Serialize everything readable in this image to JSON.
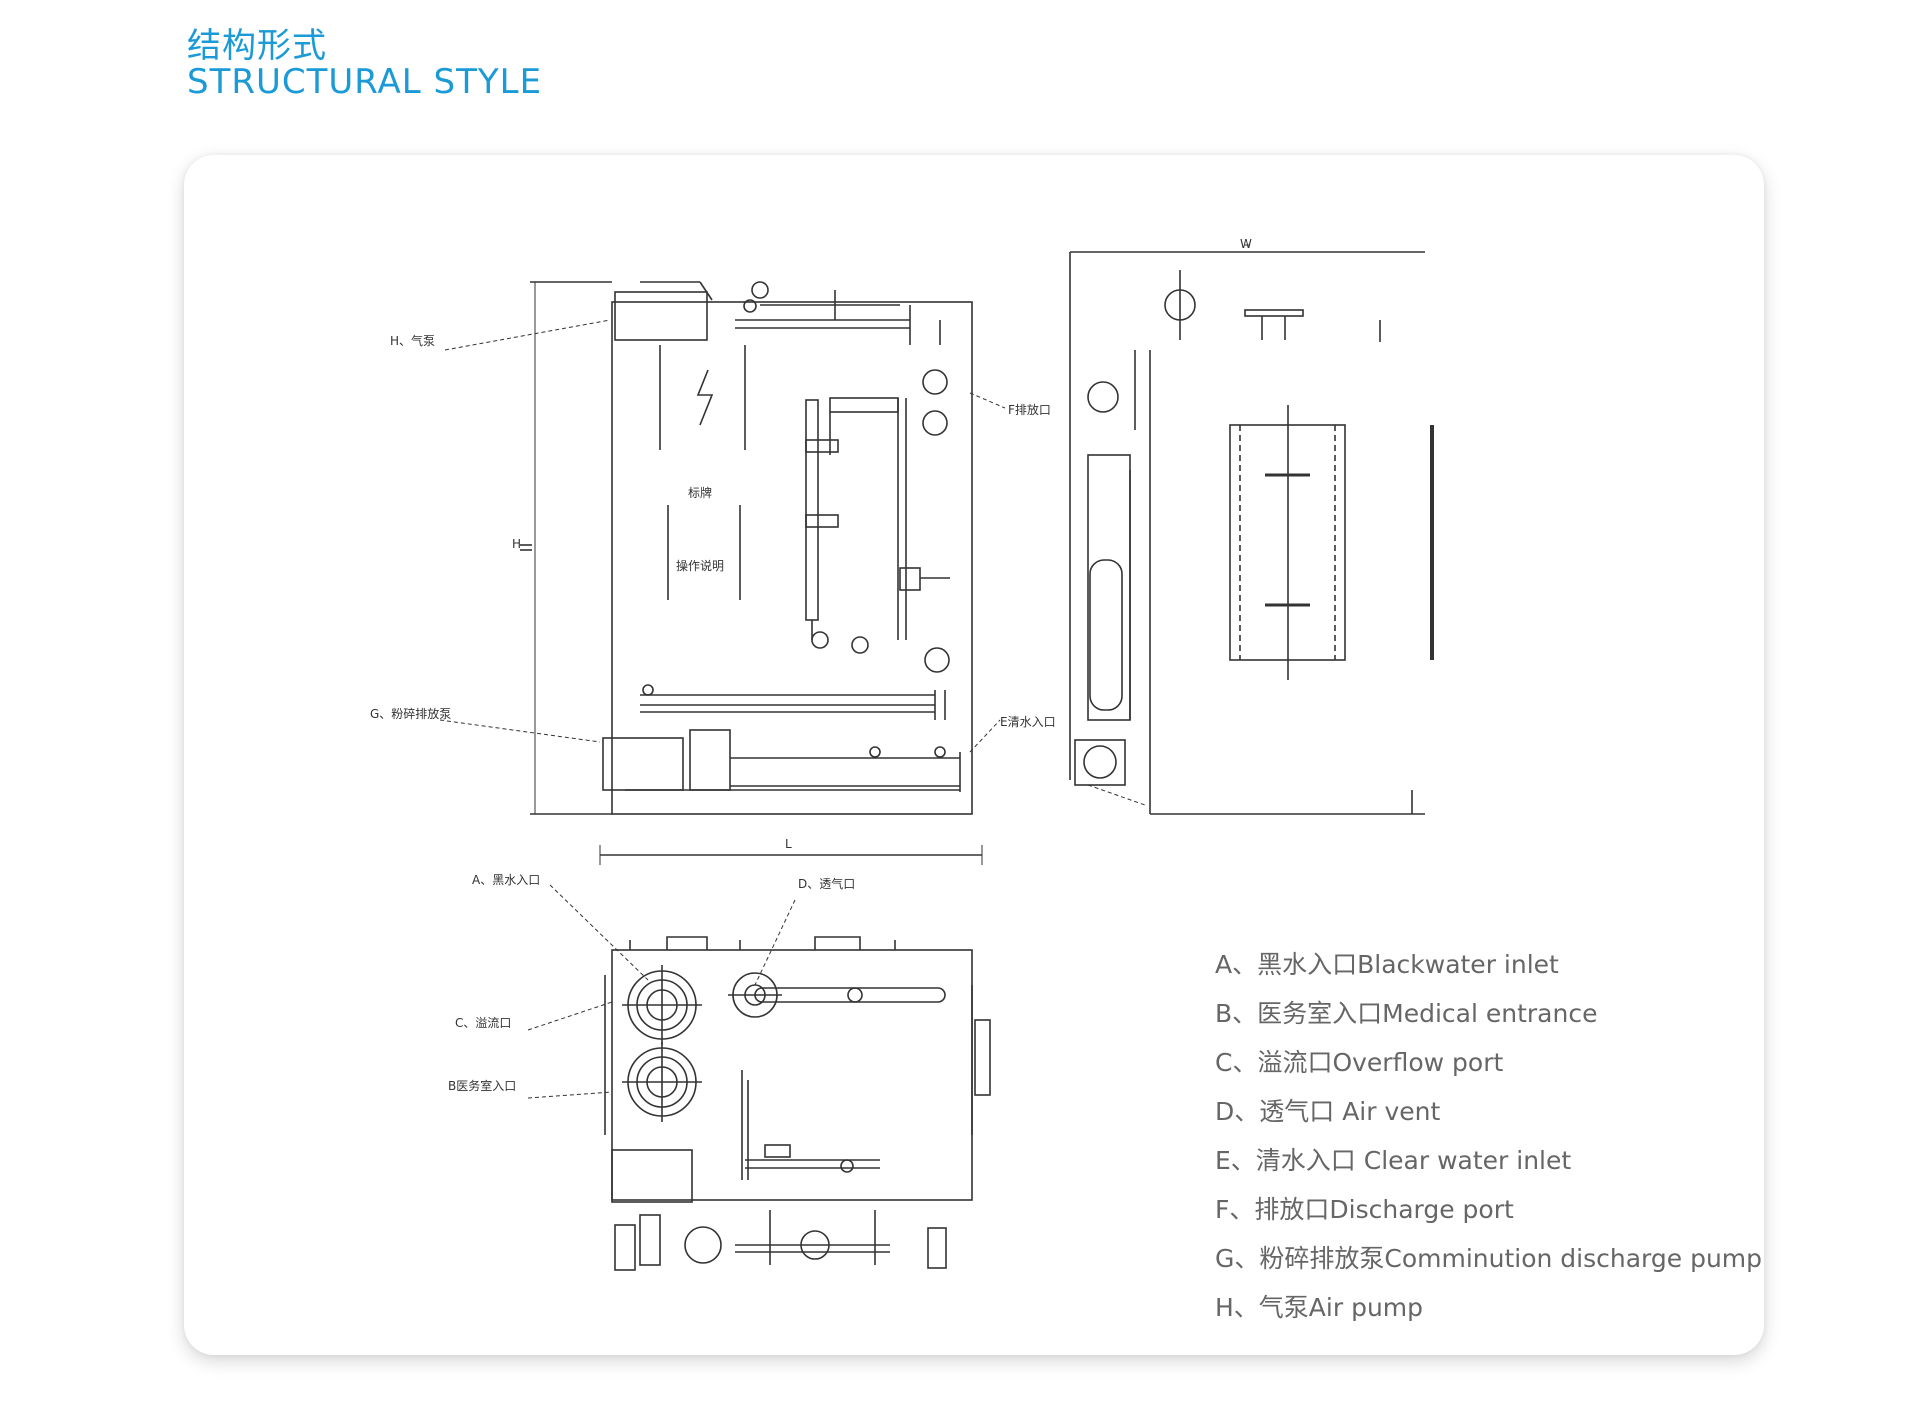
{
  "header": {
    "title_cn": "结构形式",
    "title_en": "STRUCTURAL STYLE"
  },
  "colors": {
    "accent": "#1a9ad6",
    "line": "#333333",
    "legend_text": "#666666"
  },
  "drawing": {
    "dim_length": "L",
    "dim_width": "W",
    "dim_height": "H",
    "callout_h": "H、气泵",
    "callout_f": "F排放口",
    "callout_g": "G、粉碎排放泵",
    "callout_e": "E清水入口",
    "callout_a": "A、黑水入口",
    "callout_d": "D、透气口",
    "callout_c": "C、溢流口",
    "callout_b": "B医务室入口",
    "panel_label_1": "标牌",
    "panel_label_2": "操作说明"
  },
  "legend": {
    "items": [
      "A、黑水入口Blackwater inlet",
      "B、医务室入口Medical entrance",
      "C、溢流口Overflow port",
      "D、透气口 Air vent",
      "E、清水入口 Clear water inlet",
      "F、排放口Discharge port",
      "G、粉碎排放泵Comminution discharge pump",
      "H、气泵Air pump"
    ]
  }
}
